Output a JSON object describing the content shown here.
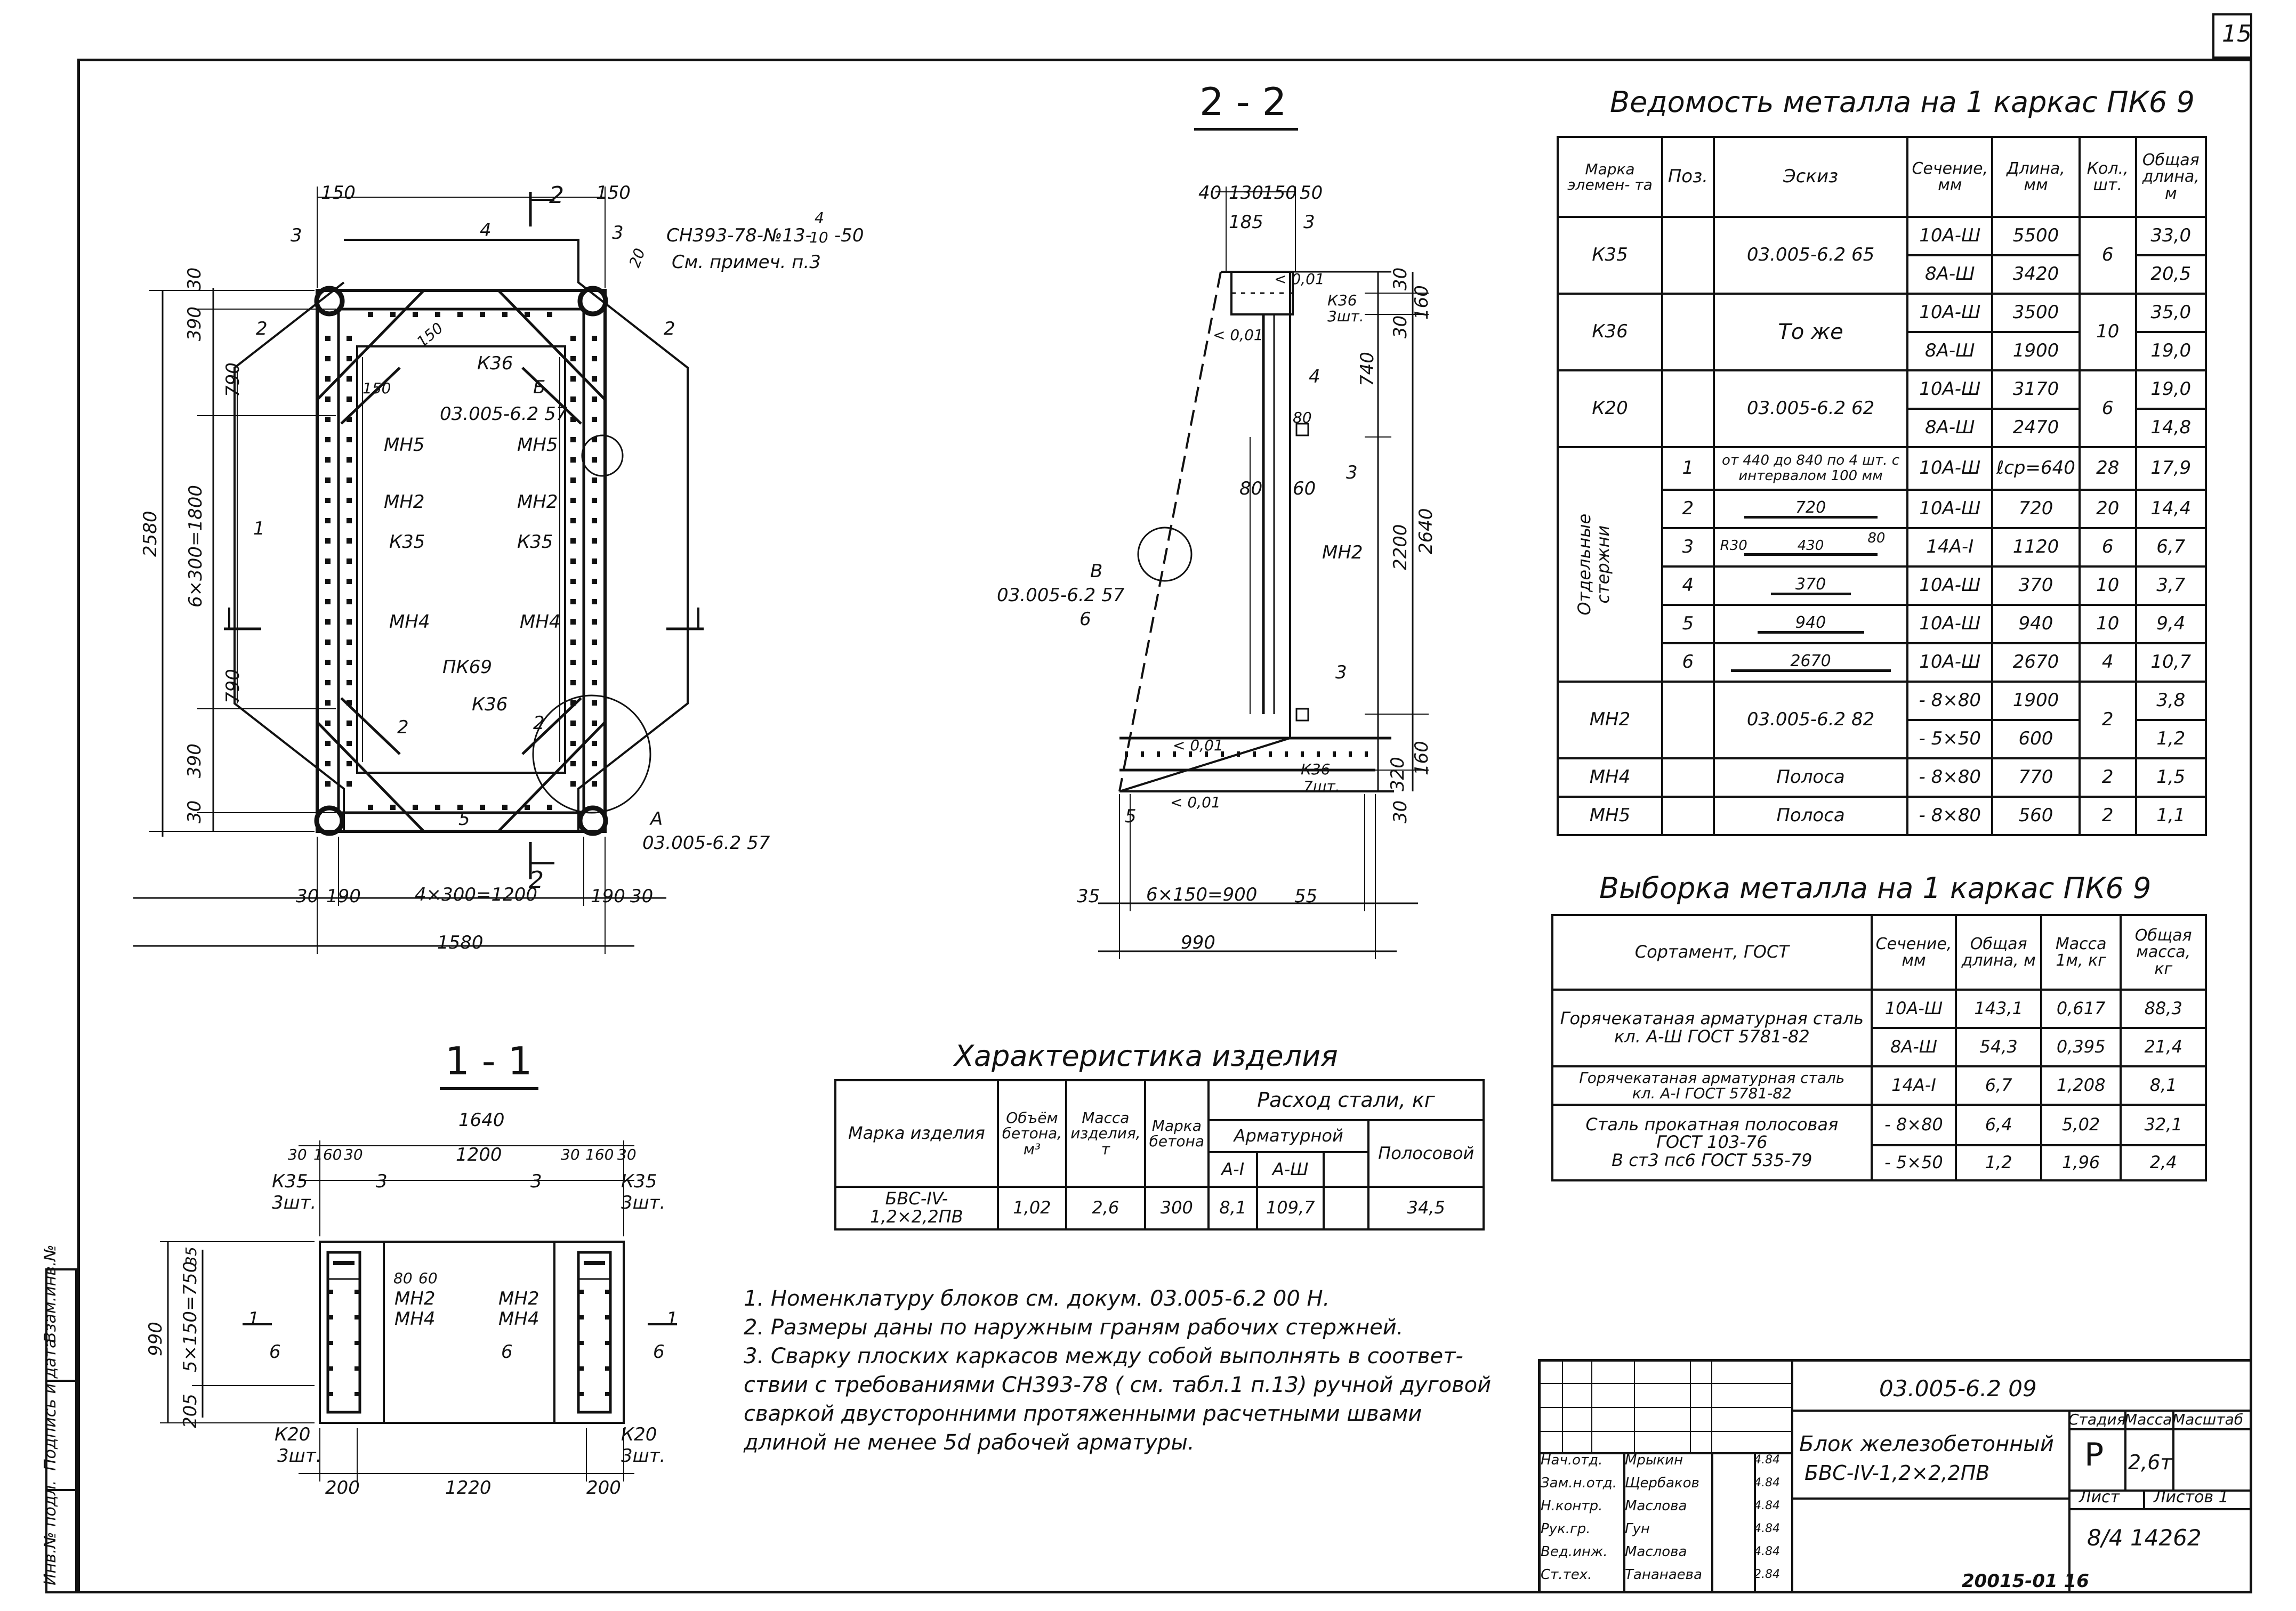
{
  "sheet_number": "15",
  "section_22": {
    "title": "2 - 2",
    "dims": [
      "40",
      "130",
      "150",
      "50",
      "185",
      "30",
      "160",
      "30",
      "740",
      "2200",
      "2640",
      "320",
      "160",
      "30",
      "35",
      "6×150=900",
      "55",
      "990",
      "80",
      "80",
      "60"
    ],
    "labels": [
      "3",
      "К36",
      "3шт.",
      "< 0,01",
      "< 0,01",
      "4",
      "3",
      "МН2",
      "3",
      "В",
      "03.005-6.2  57",
      "6",
      "< 0,01",
      "К36",
      "7шт.",
      "5",
      "< 0,01"
    ]
  },
  "plan": {
    "dims_top": [
      "150",
      "150"
    ],
    "dims_left": [
      "2580",
      "30",
      "390",
      "790",
      "6×300=1800",
      "790",
      "390",
      "30"
    ],
    "dims_bottom": [
      "30",
      "190",
      "4×300=1200",
      "190",
      "30",
      "1580"
    ],
    "labels": [
      "3",
      "4",
      "2",
      "3",
      "СН393-78-№13-",
      "4",
      "10",
      "-50",
      "См. примеч. п.3",
      "20",
      "2",
      "2",
      "150",
      "К36",
      "150",
      "Б",
      "03.005-6.2  57",
      "МН5",
      "МН5",
      "МН2",
      "МН2",
      "1",
      "К35",
      "К35",
      "МН4",
      "МН4",
      "ПК69",
      "К36",
      "2",
      "2",
      "5",
      "А",
      "03.005-6.2  57",
      "2",
      "2"
    ]
  },
  "section_11": {
    "title": "1 - 1",
    "dims": [
      "1640",
      "30",
      "160",
      "30",
      "1200",
      "30",
      "160",
      "30",
      "35",
      "80",
      "60",
      "990",
      "5×150=750",
      "205",
      "200",
      "1220",
      "200"
    ],
    "labels": [
      "К35",
      "3шт.",
      "3",
      "3",
      "К35",
      "3шт.",
      "МН2",
      "МН4",
      "МН2",
      "МН4",
      "1",
      "6",
      "6",
      "1",
      "6",
      "К20",
      "3шт.",
      "К20",
      "3шт."
    ]
  },
  "vedomost": {
    "title": "Ведомость   металла  на 1 каркас  ПК6 9",
    "headers": [
      "Марка элемен- та",
      "Поз.",
      "Эскиз",
      "Сечение, мм",
      "Длина, мм",
      "Кол., шт.",
      "Общая длина, м"
    ],
    "group_label": "Отдельные стержни",
    "rows": [
      {
        "mark": "К35",
        "pos": "",
        "sketch": "03.005-6.2  65",
        "sec": [
          "10А-Ш",
          "8А-Ш"
        ],
        "len": [
          "5500",
          "3420"
        ],
        "qty": "6",
        "total": [
          "33,0",
          "20,5"
        ]
      },
      {
        "mark": "К36",
        "pos": "",
        "sketch": "То же",
        "sec": [
          "10А-Ш",
          "8А-Ш"
        ],
        "len": [
          "3500",
          "1900"
        ],
        "qty": "10",
        "total": [
          "35,0",
          "19,0"
        ]
      },
      {
        "mark": "К20",
        "pos": "",
        "sketch": "03.005-6.2  62",
        "sec": [
          "10А-Ш",
          "8А-Ш"
        ],
        "len": [
          "3170",
          "2470"
        ],
        "qty": "6",
        "total": [
          "19,0",
          "14,8"
        ]
      },
      {
        "pos": "1",
        "sketch": "от 440 до 840  по 4 шт. с интервалом  100 мм",
        "sec": "10А-Ш",
        "len": "ℓср=640",
        "qty": "28",
        "total": "17,9"
      },
      {
        "pos": "2",
        "sketch": "720",
        "sec": "10А-Ш",
        "len": "720",
        "qty": "20",
        "total": "14,4"
      },
      {
        "pos": "3",
        "sketch": "430",
        "sketch2": "R30",
        "sketch3": "80",
        "sec": "14А-I",
        "len": "1120",
        "qty": "6",
        "total": "6,7"
      },
      {
        "pos": "4",
        "sketch": "370",
        "sec": "10А-Ш",
        "len": "370",
        "qty": "10",
        "total": "3,7"
      },
      {
        "pos": "5",
        "sketch": "940",
        "sec": "10А-Ш",
        "len": "940",
        "qty": "10",
        "total": "9,4"
      },
      {
        "pos": "6",
        "sketch": "2670",
        "sec": "10А-Ш",
        "len": "2670",
        "qty": "4",
        "total": "10,7"
      },
      {
        "mark": "МН2",
        "pos": "",
        "sketch": "03.005-6.2  82",
        "sec": [
          "- 8×80",
          "- 5×50"
        ],
        "len": [
          "1900",
          "600"
        ],
        "qty": "2",
        "total": [
          "3,8",
          "1,2"
        ]
      },
      {
        "mark": "МН4",
        "pos": "",
        "sketch": "Полоса",
        "sec": "- 8×80",
        "len": "770",
        "qty": "2",
        "total": "1,5"
      },
      {
        "mark": "МН5",
        "pos": "",
        "sketch": "Полоса",
        "sec": "- 8×80",
        "len": "560",
        "qty": "2",
        "total": "1,1"
      }
    ]
  },
  "vyborka": {
    "title": "Выборка    металла   на 1 каркас  ПК6 9",
    "headers": [
      "Сортамент, ГОСТ",
      "Сечение, мм",
      "Общая длина, м",
      "Масса 1м, кг",
      "Общая масса, кг"
    ],
    "rows": [
      {
        "name": "Горячекатаная  арматурная  сталь",
        "name2": "кл. А-Ш  ГОСТ 5781-82",
        "sec": "10А-Ш",
        "len": "143,1",
        "mass1": "0,617",
        "mass": "88,3"
      },
      {
        "name": "",
        "name2": "",
        "sec": "8А-Ш",
        "len": "54,3",
        "mass1": "0,395",
        "mass": "21,4"
      },
      {
        "name": "Горячекатаная  арматурная  сталь",
        "name2": "кл. А-I  ГОСТ 5781-82",
        "sec": "14А-I",
        "len": "6,7",
        "mass1": "1,208",
        "mass": "8,1"
      },
      {
        "name": "Сталь  прокатная   полосовая",
        "name2": "ГОСТ 103-76",
        "sec": "- 8×80",
        "len": "6,4",
        "mass1": "5,02",
        "mass": "32,1"
      },
      {
        "name": "В ст3  пс6   ГОСТ 535-79",
        "name2": "",
        "sec": "- 5×50",
        "len": "1,2",
        "mass1": "1,96",
        "mass": "2,4"
      }
    ]
  },
  "harakteristika": {
    "title": "Характеристика   изделия",
    "headers": [
      "Марка изделия",
      "Объём бетона, м³",
      "Масса изделия, т",
      "Марка бетона",
      "Расход   стали, кг",
      "Арматурной",
      "Полосовой",
      "А-I",
      "А-Ш"
    ],
    "row": {
      "mark": "БВС-IV-1,2×2,2ПВ",
      "vol": "1,02",
      "mass": "2,6",
      "concrete": "300",
      "a1": "8,1",
      "a3": "109,7",
      "strip": "34,5"
    }
  },
  "notes": [
    "1.  Номенклатуру  блоков  см. докум.  03.005-6.2  00 Н.",
    "2.  Размеры  даны  по  наружным  граням  рабочих  стержней.",
    "3.  Сварку  плоских  каркасов  между  собой  выполнять  в  соответ-",
    "     ствии  с требованиями  СН393-78  ( см. табл.1 п.13) ручной  дуговой",
    "     сваркой  двусторонними  протяженными   расчетными  швами",
    "     длиной   не менее  5d  рабочей  арматуры."
  ],
  "title_block": {
    "code": "03.005-6.2  09",
    "name1": "Блок  железобетонный",
    "name2": "БВС-IV-1,2×2,2ПВ",
    "stage_h": "Стадия",
    "mass_h": "Масса",
    "scale_h": "Масштаб",
    "stage": "Р",
    "mass": "2,6т",
    "sheet_h": "Лист",
    "sheets_h": "Листов 1",
    "number": "8/4  14262",
    "signers": [
      {
        "role": "Нач.отд.",
        "name": "Мрыкин",
        "date": "4.84"
      },
      {
        "role": "Зам.н.отд.",
        "name": "Щербаков",
        "date": "4.84"
      },
      {
        "role": "Н.контр.",
        "name": "Маслова",
        "date": "4.84"
      },
      {
        "role": "Рук.гр.",
        "name": "Гун",
        "date": "4.84"
      },
      {
        "role": "Вед.инж.",
        "name": "Маслова",
        "date": "4.84"
      },
      {
        "role": "Ст.тех.",
        "name": "Тананаева",
        "date": "2.84"
      }
    ],
    "bottom": "20015-01  16"
  },
  "left_strip": [
    "Взам.инв.№",
    "Подпись и дата",
    "Инв.№ подл."
  ]
}
